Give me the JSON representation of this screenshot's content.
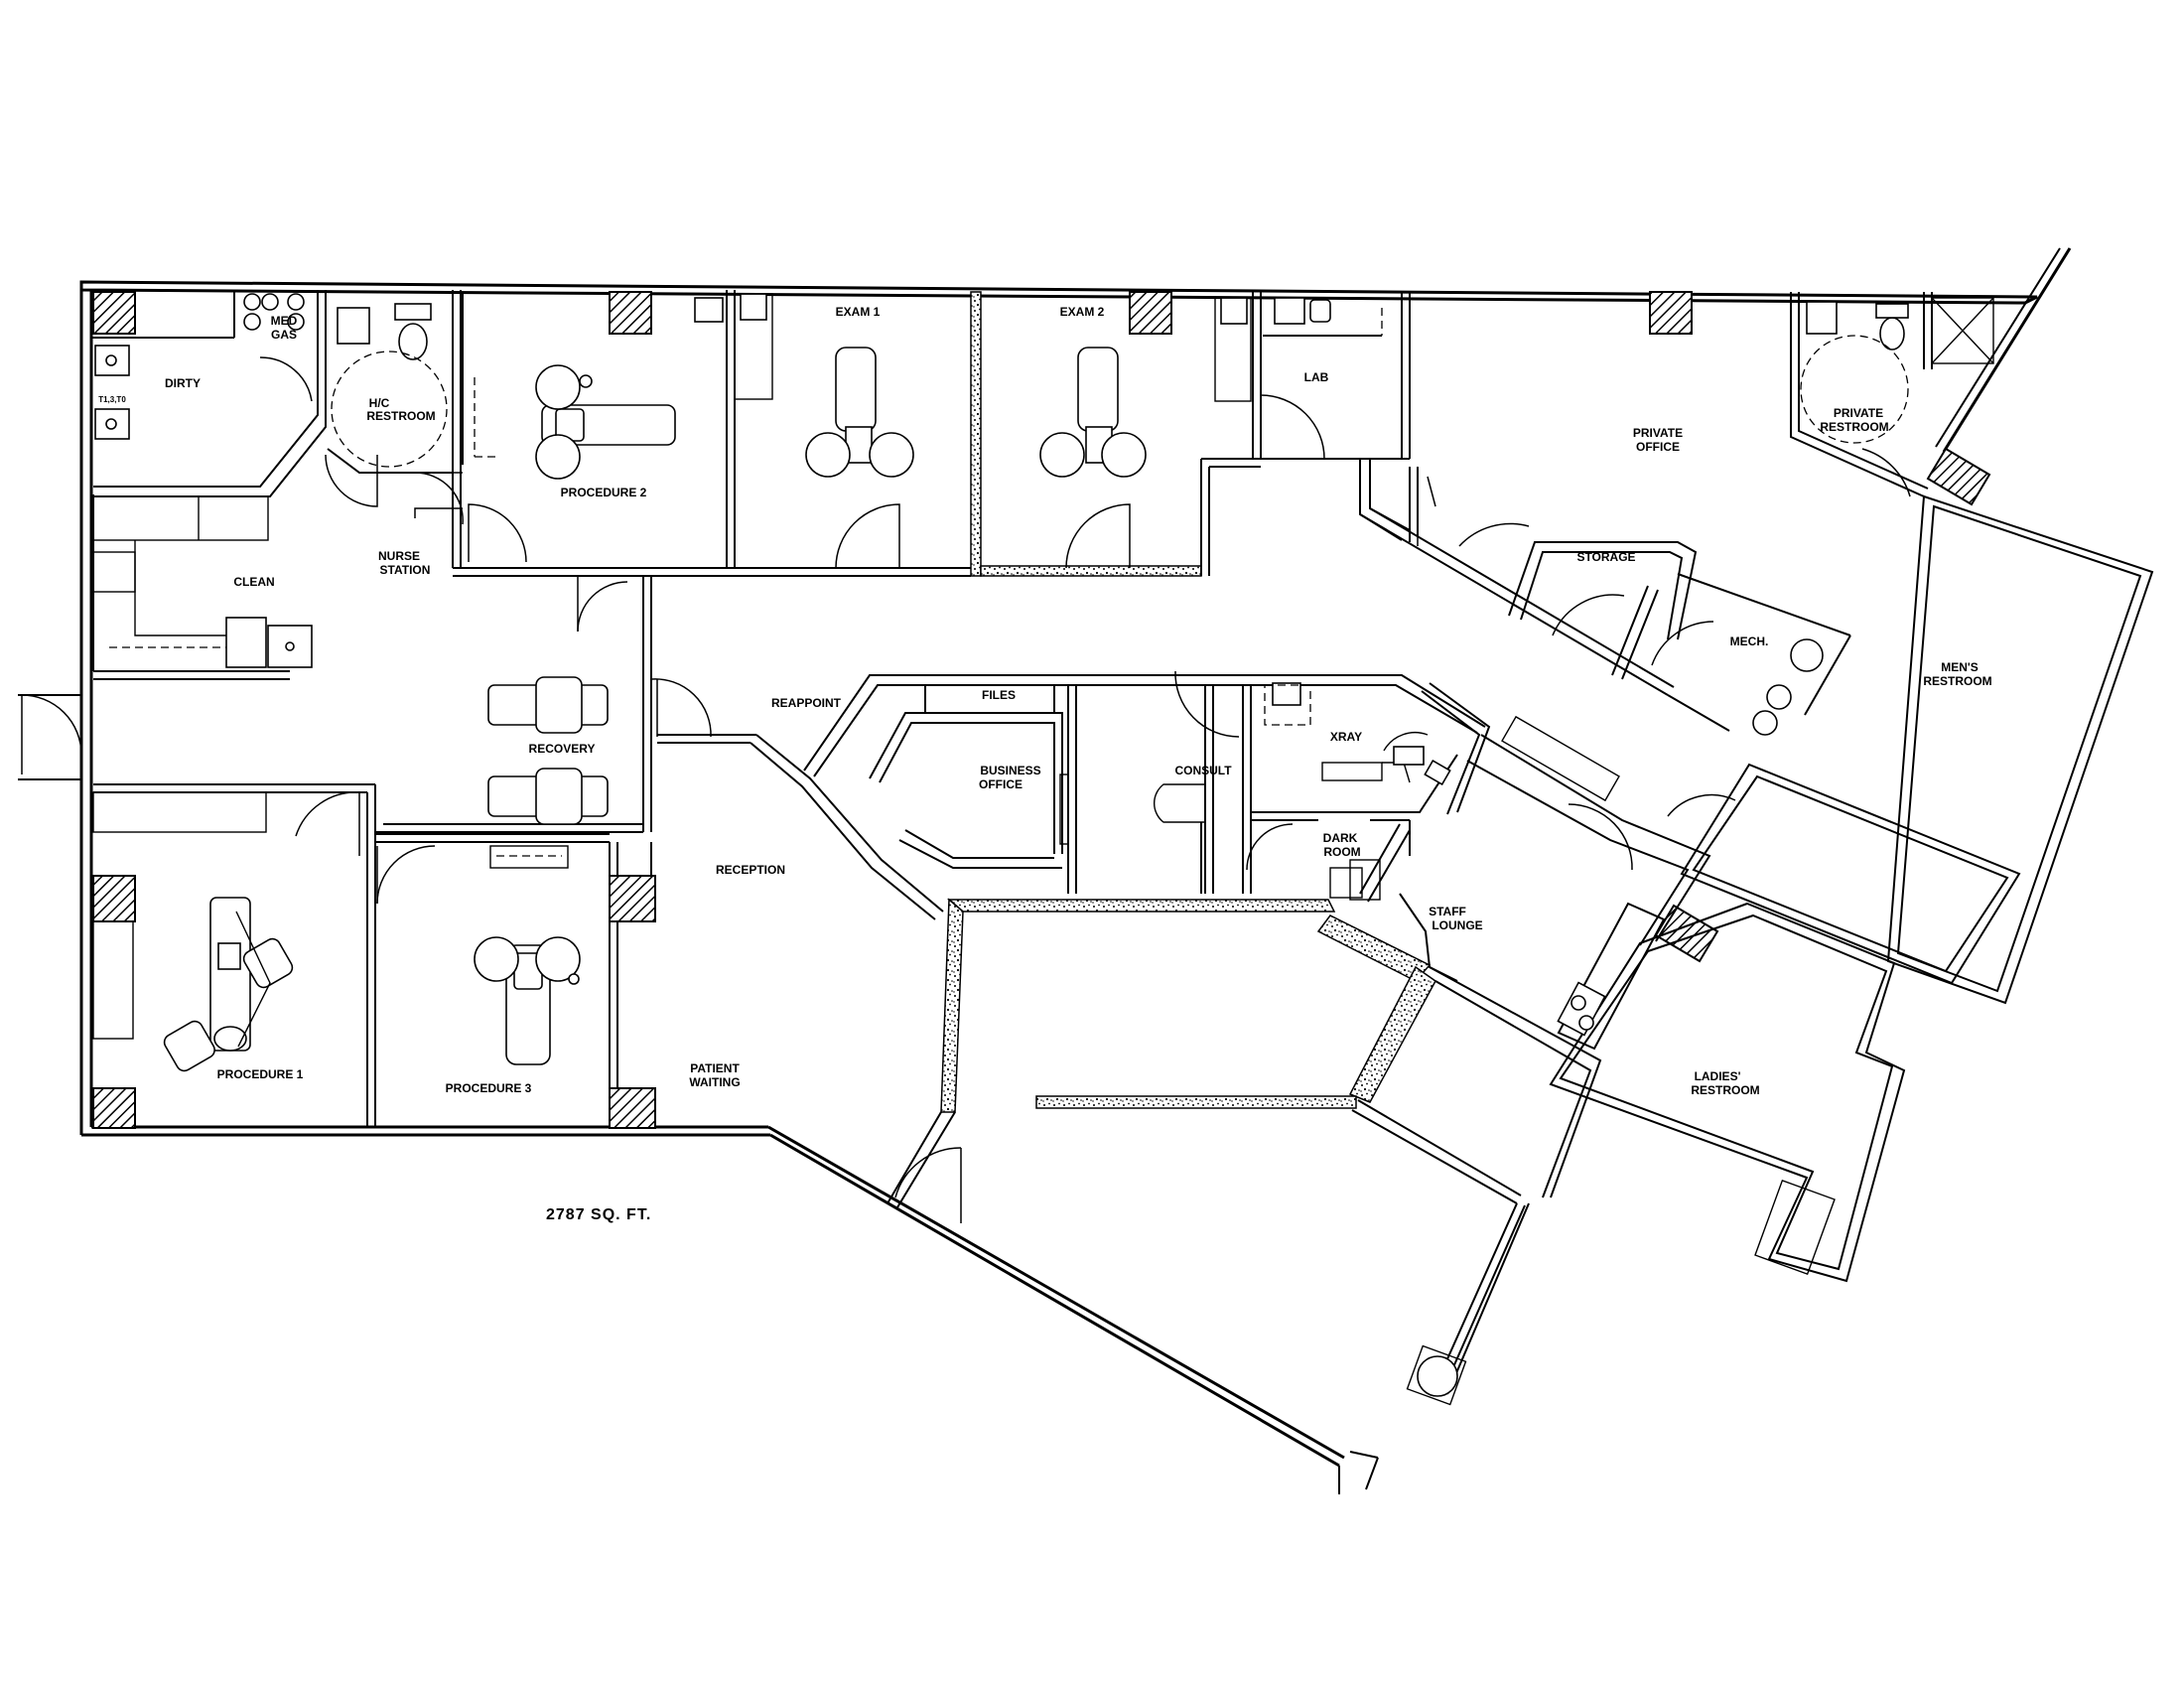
{
  "rooms": {
    "dirty": "DIRTY",
    "med_gas_1": "MED",
    "med_gas_2": "GAS",
    "tank_tag": "T1,3,T0",
    "hc_restroom_1": "H/C",
    "hc_restroom_2": "RESTROOM",
    "procedure_2": "PROCEDURE 2",
    "exam_1": "EXAM 1",
    "exam_2": "EXAM 2",
    "lab": "LAB",
    "private_office_1": "PRIVATE",
    "private_office_2": "OFFICE",
    "private_restroom_1": "PRIVATE",
    "private_restroom_2": "RESTROOM",
    "clean": "CLEAN",
    "nurse_station_1": "NURSE",
    "nurse_station_2": "STATION",
    "storage": "STORAGE",
    "mech": "MECH.",
    "mens_restroom_1": "MEN'S",
    "mens_restroom_2": "RESTROOM",
    "reappoint": "REAPPOINT",
    "files": "FILES",
    "business_office_1": "BUSINESS",
    "business_office_2": "OFFICE",
    "consult": "CONSULT",
    "xray": "XRAY",
    "recovery": "RECOVERY",
    "dark_room_1": "DARK",
    "dark_room_2": "ROOM",
    "reception": "RECEPTION",
    "staff_lounge_1": "STAFF",
    "staff_lounge_2": "LOUNGE",
    "procedure_1": "PROCEDURE 1",
    "procedure_3": "PROCEDURE 3",
    "patient_waiting_1": "PATIENT",
    "patient_waiting_2": "WAITING",
    "ladies_restroom_1": "LADIES'",
    "ladies_restroom_2": "RESTROOM"
  },
  "area_label": "2787 SQ. FT."
}
